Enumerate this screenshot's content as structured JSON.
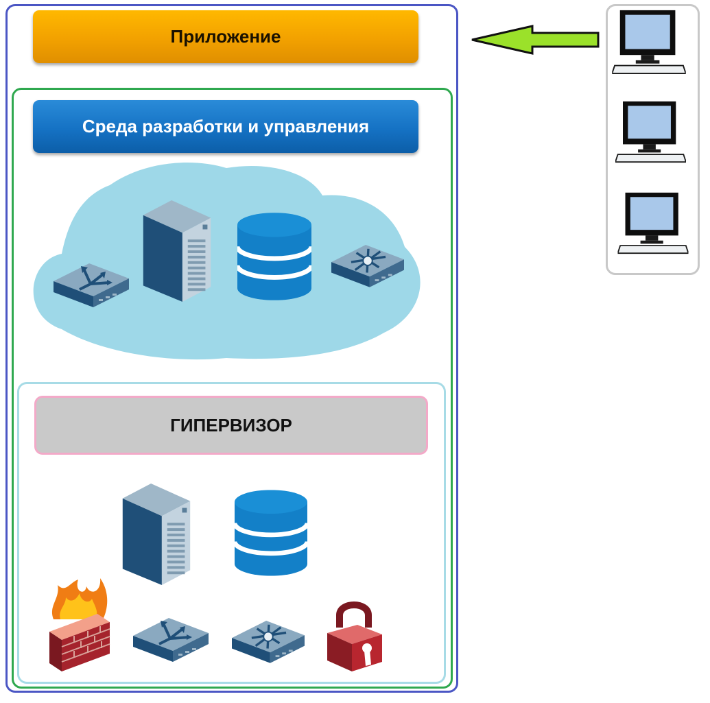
{
  "labels": {
    "app": "Приложение",
    "dev": "Среда разработки и управления",
    "hyp": "ГИПЕРВИЗОР"
  },
  "colors": {
    "outer_border": "#4b56c4",
    "green_border": "#2fa84f",
    "cyan_border": "#a7dbe6",
    "app_bar": "#f2a100",
    "dev_bar": "#1572c4",
    "hypervisor_bar": "#c9c9c9",
    "hypervisor_border": "#f3a9c8",
    "arrow": "#9be12a",
    "cloud": "#9ed8e8"
  },
  "icons": {
    "cloud": [
      "router-icon",
      "server-icon",
      "database-icon",
      "switch-icon"
    ],
    "hypervisor": [
      "server-icon",
      "database-icon",
      "firewall-icon",
      "router-icon",
      "switch-icon",
      "padlock-icon"
    ],
    "clients": [
      "computer-icon",
      "computer-icon",
      "computer-icon"
    ]
  }
}
